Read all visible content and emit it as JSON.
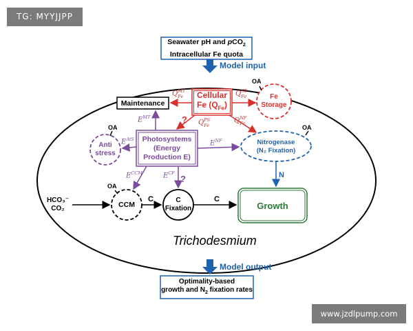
{
  "watermarks": {
    "top_left": "TG: MYYJJPP",
    "bottom_right": "www.jzdlpump.com"
  },
  "input_box": {
    "line1_prefix": "Seawater pH and ",
    "line1_p": "p",
    "line1_co": "CO",
    "line1_sub": "2",
    "line2": "Intracellular Fe quota"
  },
  "model_input": "Model input",
  "model_output": "Model output",
  "organism": "Trichodesmium",
  "output_box": {
    "line1": "Optimality-based",
    "line2_prefix": "growth and N",
    "line2_sub": "2",
    "line2_suffix": " fixation rates"
  },
  "nodes": {
    "maintenance": "Maintenance",
    "cellular_fe_1": "Cellular",
    "cellular_fe_2": "Fe (Q",
    "cellular_fe_sub": "Fe",
    "cellular_fe_3": ")",
    "fe_storage_1": "Fe",
    "fe_storage_2": "Storage",
    "anti_stress_1": "Anti",
    "anti_stress_2": "stress",
    "photosystems_1": "Photosystems",
    "photosystems_2": "(Energy",
    "photosystems_3": "Production E)",
    "nitrogenase_1": "Nitrogenase",
    "nitrogenase_2": "(N₂ Fixation)",
    "ccm": "CCM",
    "c_fixation_1": "C",
    "c_fixation_2": "Fixation",
    "growth": "Growth",
    "inputs_hco3": "HCO₃⁻",
    "inputs_co2": "CO₂"
  },
  "labels": {
    "oa": "OA",
    "q_mt": "Q",
    "q_mt_sup": "MT",
    "q_mt_sub": "Fe",
    "q_st": "Q",
    "q_st_sup": "ST",
    "q_st_sub": "Fe",
    "q_ps": "Q",
    "q_ps_sup": "PS",
    "q_ps_sub": "Fe",
    "q_nf": "Q",
    "q_nf_sup": "NF",
    "q_nf_sub": "Fe",
    "question": "?",
    "e_mt": "E",
    "e_mt_sup": "MT",
    "e_ats": "E",
    "e_ats_sup": "AtS",
    "e_nf": "E",
    "e_nf_sup": "NF",
    "e_ccm": "E",
    "e_ccm_sup": "CCM",
    "e_cf": "E",
    "e_cf_sup": "CF",
    "c": "C",
    "n": "N"
  },
  "colors": {
    "blue": "#1f62ad",
    "red": "#d9302c",
    "purple": "#7a4a9c",
    "green": "#2a7a35",
    "black": "#000000",
    "watermark_bg": "#7b7b7b"
  }
}
